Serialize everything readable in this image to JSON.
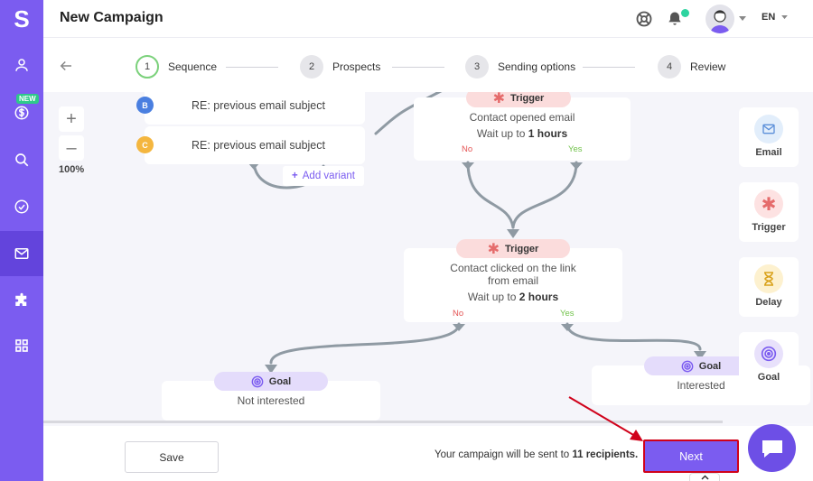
{
  "app": {
    "logo_letter": "S",
    "title": "New Campaign",
    "language": "EN"
  },
  "sidebar": {
    "new_badge": "NEW",
    "items": [
      {
        "icon": "user-icon"
      },
      {
        "icon": "dollar-icon"
      },
      {
        "icon": "search-icon"
      },
      {
        "icon": "check-circle-icon"
      },
      {
        "icon": "mail-icon",
        "active": true
      },
      {
        "icon": "puzzle-icon"
      },
      {
        "icon": "grid-icon"
      }
    ]
  },
  "steps": [
    {
      "num": "1",
      "label": "Sequence",
      "current": true
    },
    {
      "num": "2",
      "label": "Prospects"
    },
    {
      "num": "3",
      "label": "Sending options"
    },
    {
      "num": "4",
      "label": "Review"
    }
  ],
  "zoom": {
    "plus": "+",
    "minus": "–",
    "level": "100%"
  },
  "variants": [
    {
      "badge": "B",
      "color": "#4a7fe0",
      "subject": "RE: previous email subject"
    },
    {
      "badge": "C",
      "color": "#f4b63f",
      "subject": "RE: previous email subject"
    }
  ],
  "add_variant": "Add variant",
  "trigger1": {
    "tag": "Trigger",
    "text": "Contact opened email",
    "wait_prefix": "Wait up to ",
    "wait_value": "1 hours",
    "no": "No",
    "yes": "Yes"
  },
  "trigger2": {
    "tag": "Trigger",
    "text_line1": "Contact clicked on the link",
    "text_line2": "from email",
    "wait_prefix": "Wait up to ",
    "wait_value": "2 hours",
    "no": "No",
    "yes": "Yes"
  },
  "goal_left": {
    "tag": "Goal",
    "text": "Not interested"
  },
  "goal_right": {
    "tag": "Goal",
    "text": "Interested"
  },
  "tools": [
    {
      "label": "Email",
      "icon": "email-icon",
      "bg": "#e2eefb"
    },
    {
      "label": "Trigger",
      "icon": "asterisk-icon",
      "bg": "#fde2e2"
    },
    {
      "label": "Delay",
      "icon": "hourglass-icon",
      "bg": "#fdf1cf"
    },
    {
      "label": "Goal",
      "icon": "target-icon",
      "bg": "#e8e1fb"
    }
  ],
  "footer": {
    "save": "Save",
    "sent_prefix": "Your campaign will be sent to ",
    "sent_count": "11 recipients.",
    "next": "Next"
  },
  "colors": {
    "brand": "#7b5cf0",
    "trigger": "#fbdcdc",
    "goal": "#e4dcfb",
    "highlight": "#d0021b"
  }
}
